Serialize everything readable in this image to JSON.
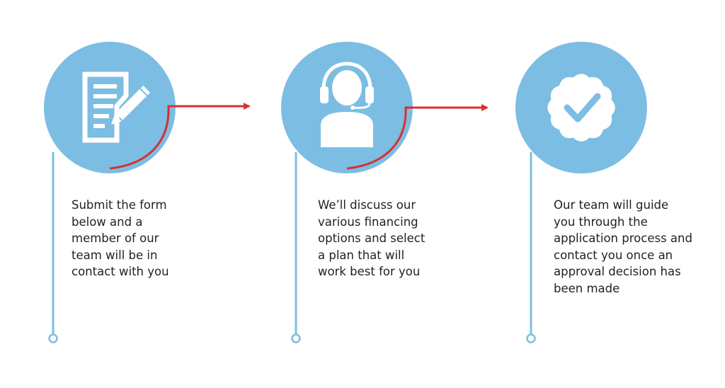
{
  "colors": {
    "circle": "#7cbde4",
    "timeline": "#7cbde4",
    "arrow": "#d8302f",
    "icon": "#ffffff",
    "text": "#231f20"
  },
  "steps": [
    {
      "icon": "document-pencil-icon",
      "lines": [
        "Submit the form",
        "below and a",
        "member of our",
        "team will be in",
        "contact with you"
      ]
    },
    {
      "icon": "headset-agent-icon",
      "lines": [
        "We’ll discuss our",
        "various financing",
        "options and select",
        "a plan that will",
        "work best for you"
      ]
    },
    {
      "icon": "approval-badge-icon",
      "lines": [
        "Our team will guide",
        "you through the",
        "application process and",
        "contact you once an",
        "approval decision has",
        "been made"
      ]
    }
  ]
}
